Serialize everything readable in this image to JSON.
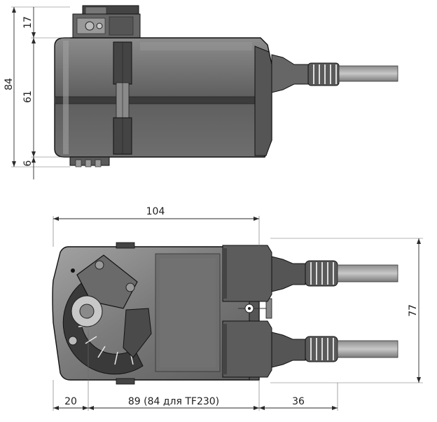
{
  "dimensions": {
    "top_view": {
      "height_total": "84",
      "height_top": "17",
      "height_body": "61",
      "height_bottom": "6"
    },
    "front_view": {
      "width_total": "104",
      "height": "77",
      "left_offset": "20",
      "middle": "89 (84 для TF230)",
      "cable_part": "36"
    }
  }
}
